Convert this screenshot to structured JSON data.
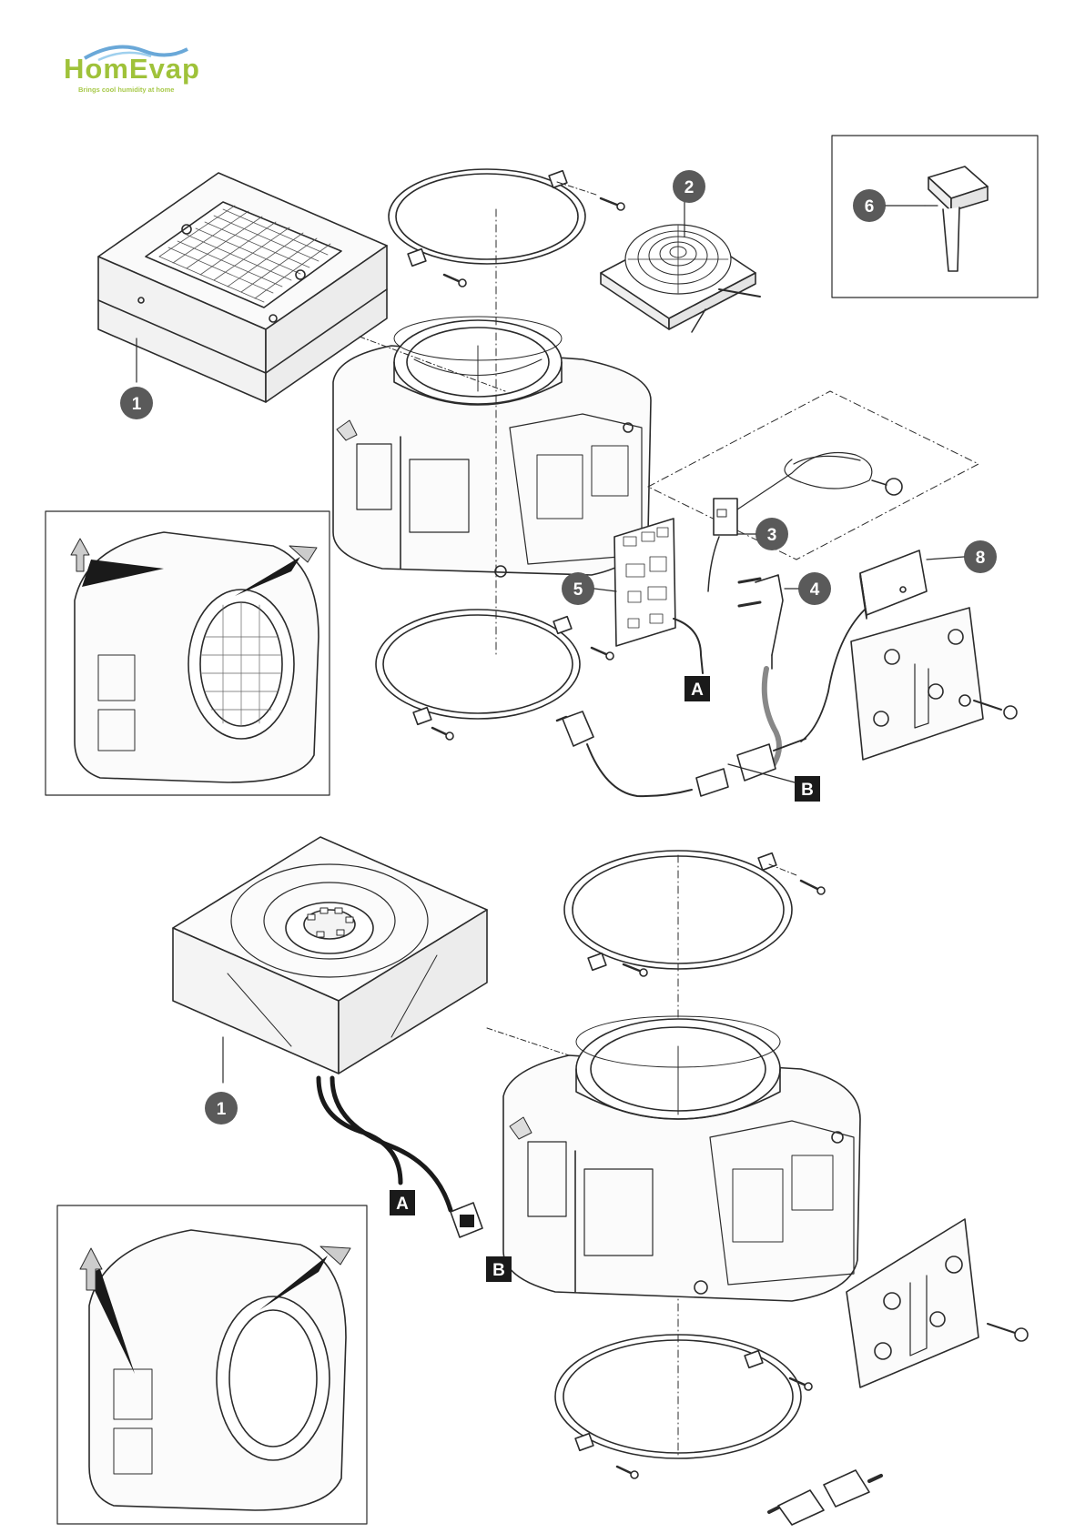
{
  "logo": {
    "wordmark": "HomEvap",
    "tagline": "Brings cool humidity at home",
    "brand_color": "#9fc23a",
    "accent_color": "#6aa8d8"
  },
  "top_diagram": {
    "callouts": [
      "1",
      "2",
      "3",
      "4",
      "5",
      "6",
      "8"
    ],
    "tags": [
      "A",
      "B"
    ]
  },
  "bottom_diagram": {
    "callouts": [
      "1"
    ],
    "tags": [
      "A",
      "B"
    ]
  },
  "colors": {
    "line": "#2b2b2b",
    "callout_fill": "#5a5a5a",
    "tag_fill": "#1a1a1a",
    "label_text": "#ffffff"
  }
}
